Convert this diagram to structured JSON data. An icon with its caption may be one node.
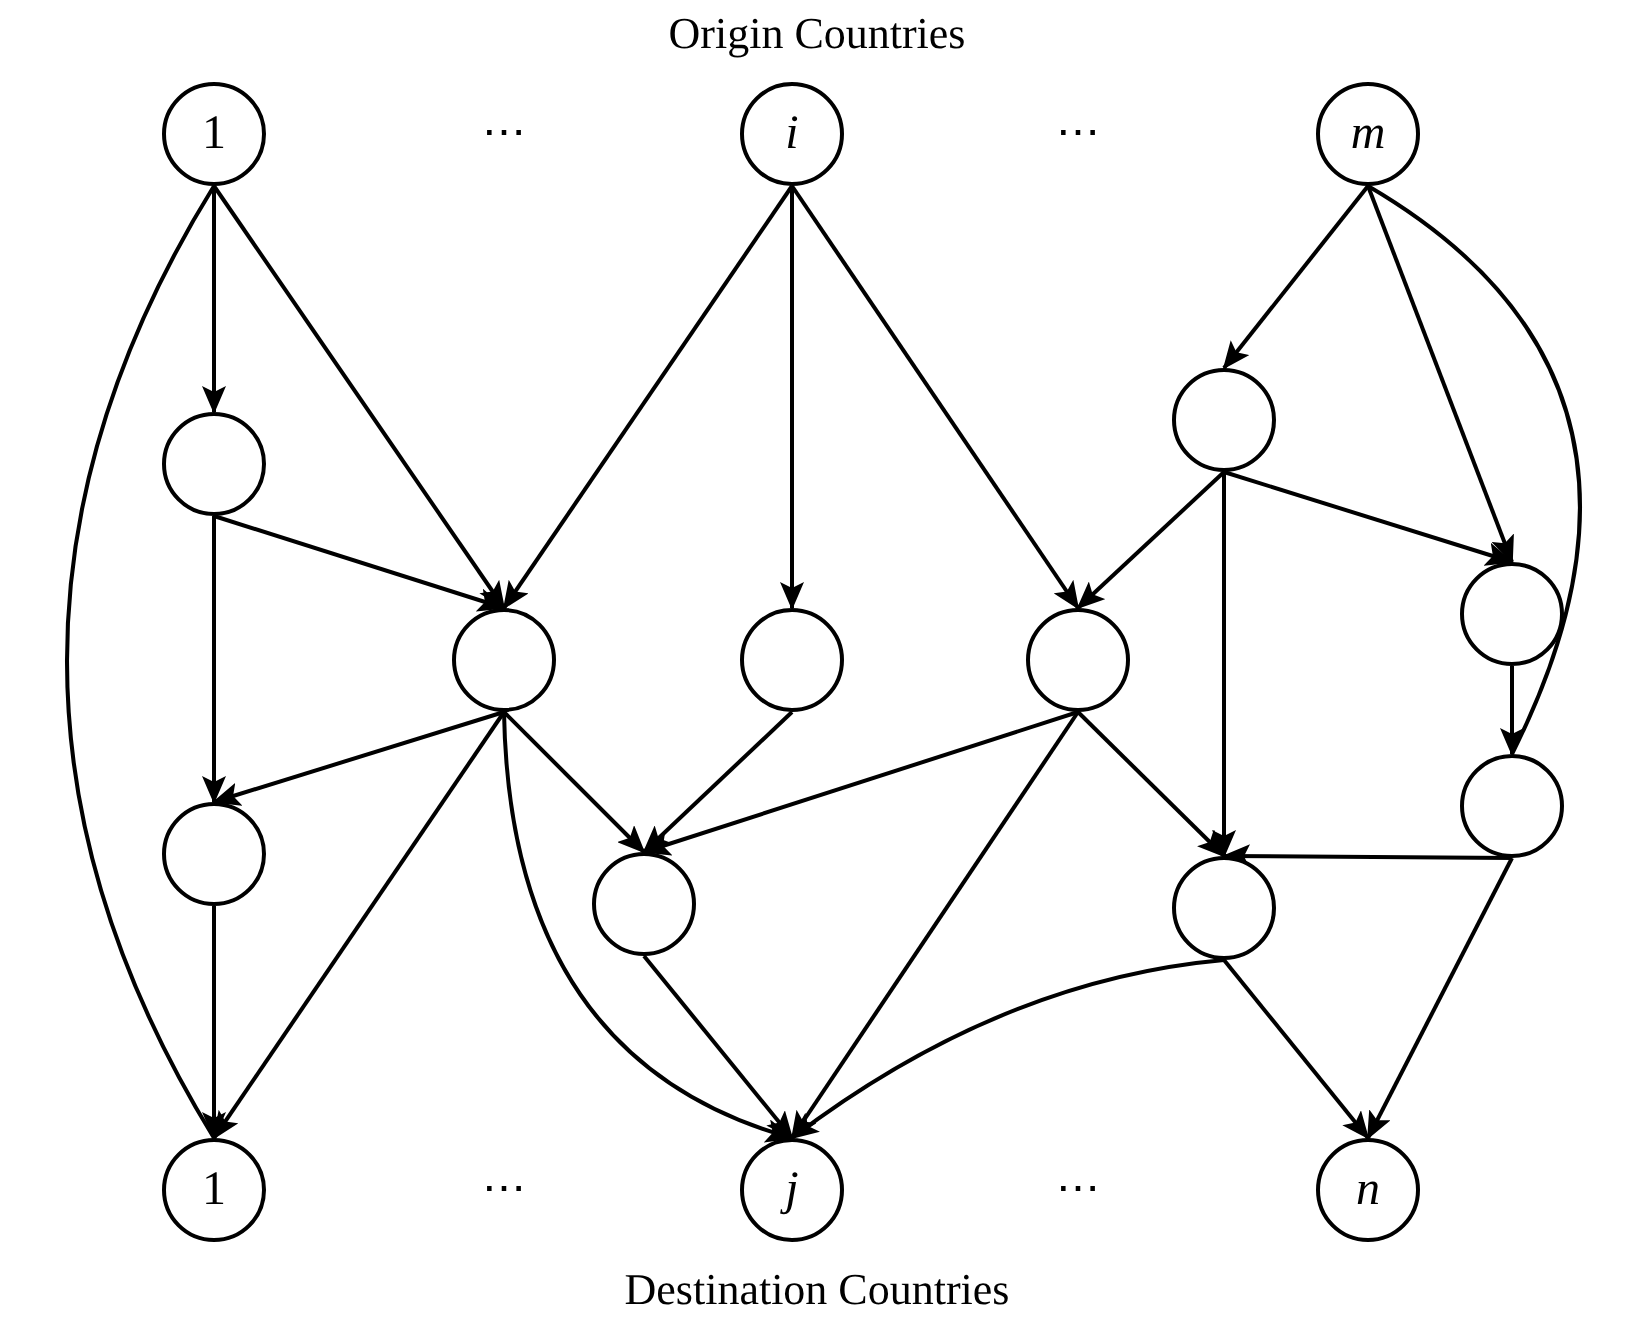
{
  "diagram": {
    "title": "Origin Countries",
    "caption": "Destination Countries",
    "nodes": [
      {
        "text": [
          "1"
        ]
      },
      {
        "text": [
          "i"
        ]
      },
      {
        "text": [
          "m"
        ]
      },
      {
        "text": [],
        "shape": "circle"
      },
      {
        "text": [],
        "shape": "circle"
      },
      {
        "text": [],
        "shape": "circle"
      },
      {
        "text": [],
        "shape": "circle"
      },
      {
        "text": [],
        "shape": "circle"
      },
      {
        "text": [],
        "shape": "circle"
      },
      {
        "text": [],
        "shape": "circle"
      },
      {
        "text": [],
        "shape": "circle"
      },
      {
        "text": [],
        "shape": "circle"
      },
      {
        "text": [],
        "shape": "circle"
      },
      {
        "text": [
          "1"
        ]
      },
      {
        "text": [
          "j"
        ]
      },
      {
        "text": [
          "n"
        ]
      }
    ],
    "edges": [
      {
        "from": 0,
        "to": 3,
        "arrow": "to"
      },
      {
        "from": 0,
        "to": 5,
        "arrow": "to"
      },
      {
        "from": 0,
        "to": 13,
        "arrow": "none"
      },
      {
        "from": 1,
        "to": 5,
        "arrow": "to"
      },
      {
        "from": 1,
        "to": 6,
        "arrow": "to"
      },
      {
        "from": 1,
        "to": 7,
        "arrow": "to"
      },
      {
        "from": 2,
        "to": 4,
        "arrow": "to"
      },
      {
        "from": 2,
        "to": 8,
        "arrow": "to"
      },
      {
        "from": 2,
        "to": 11,
        "arrow": "none"
      },
      {
        "from": 3,
        "to": 5,
        "arrow": "to"
      },
      {
        "from": 3,
        "to": 9,
        "arrow": "to"
      },
      {
        "from": 4,
        "to": 7,
        "arrow": "to"
      },
      {
        "from": 4,
        "to": 8,
        "arrow": "to"
      },
      {
        "from": 4,
        "to": 12,
        "arrow": "to"
      },
      {
        "from": 5,
        "to": 9,
        "arrow": "to"
      },
      {
        "from": 5,
        "to": 10,
        "arrow": "to"
      },
      {
        "from": 5,
        "to": 13,
        "arrow": "to"
      },
      {
        "from": 5,
        "to": 14,
        "arrow": "to"
      },
      {
        "from": 6,
        "to": 10,
        "arrow": "to"
      },
      {
        "from": 7,
        "to": 10,
        "arrow": "to"
      },
      {
        "from": 7,
        "to": 14,
        "arrow": "to"
      },
      {
        "from": 7,
        "to": 12,
        "arrow": "to"
      },
      {
        "from": 8,
        "to": 11,
        "arrow": "to"
      },
      {
        "from": 11,
        "to": 12,
        "arrow": "to"
      },
      {
        "from": 11,
        "to": 15,
        "arrow": "to"
      },
      {
        "from": 9,
        "to": 13,
        "arrow": "to"
      },
      {
        "from": 10,
        "to": 14,
        "arrow": "to"
      },
      {
        "from": 12,
        "to": 14,
        "arrow": "to"
      },
      {
        "from": 12,
        "to": 15,
        "arrow": "to"
      }
    ],
    "labels": [
      "⋯",
      "⋯",
      "⋯",
      "⋯"
    ]
  }
}
